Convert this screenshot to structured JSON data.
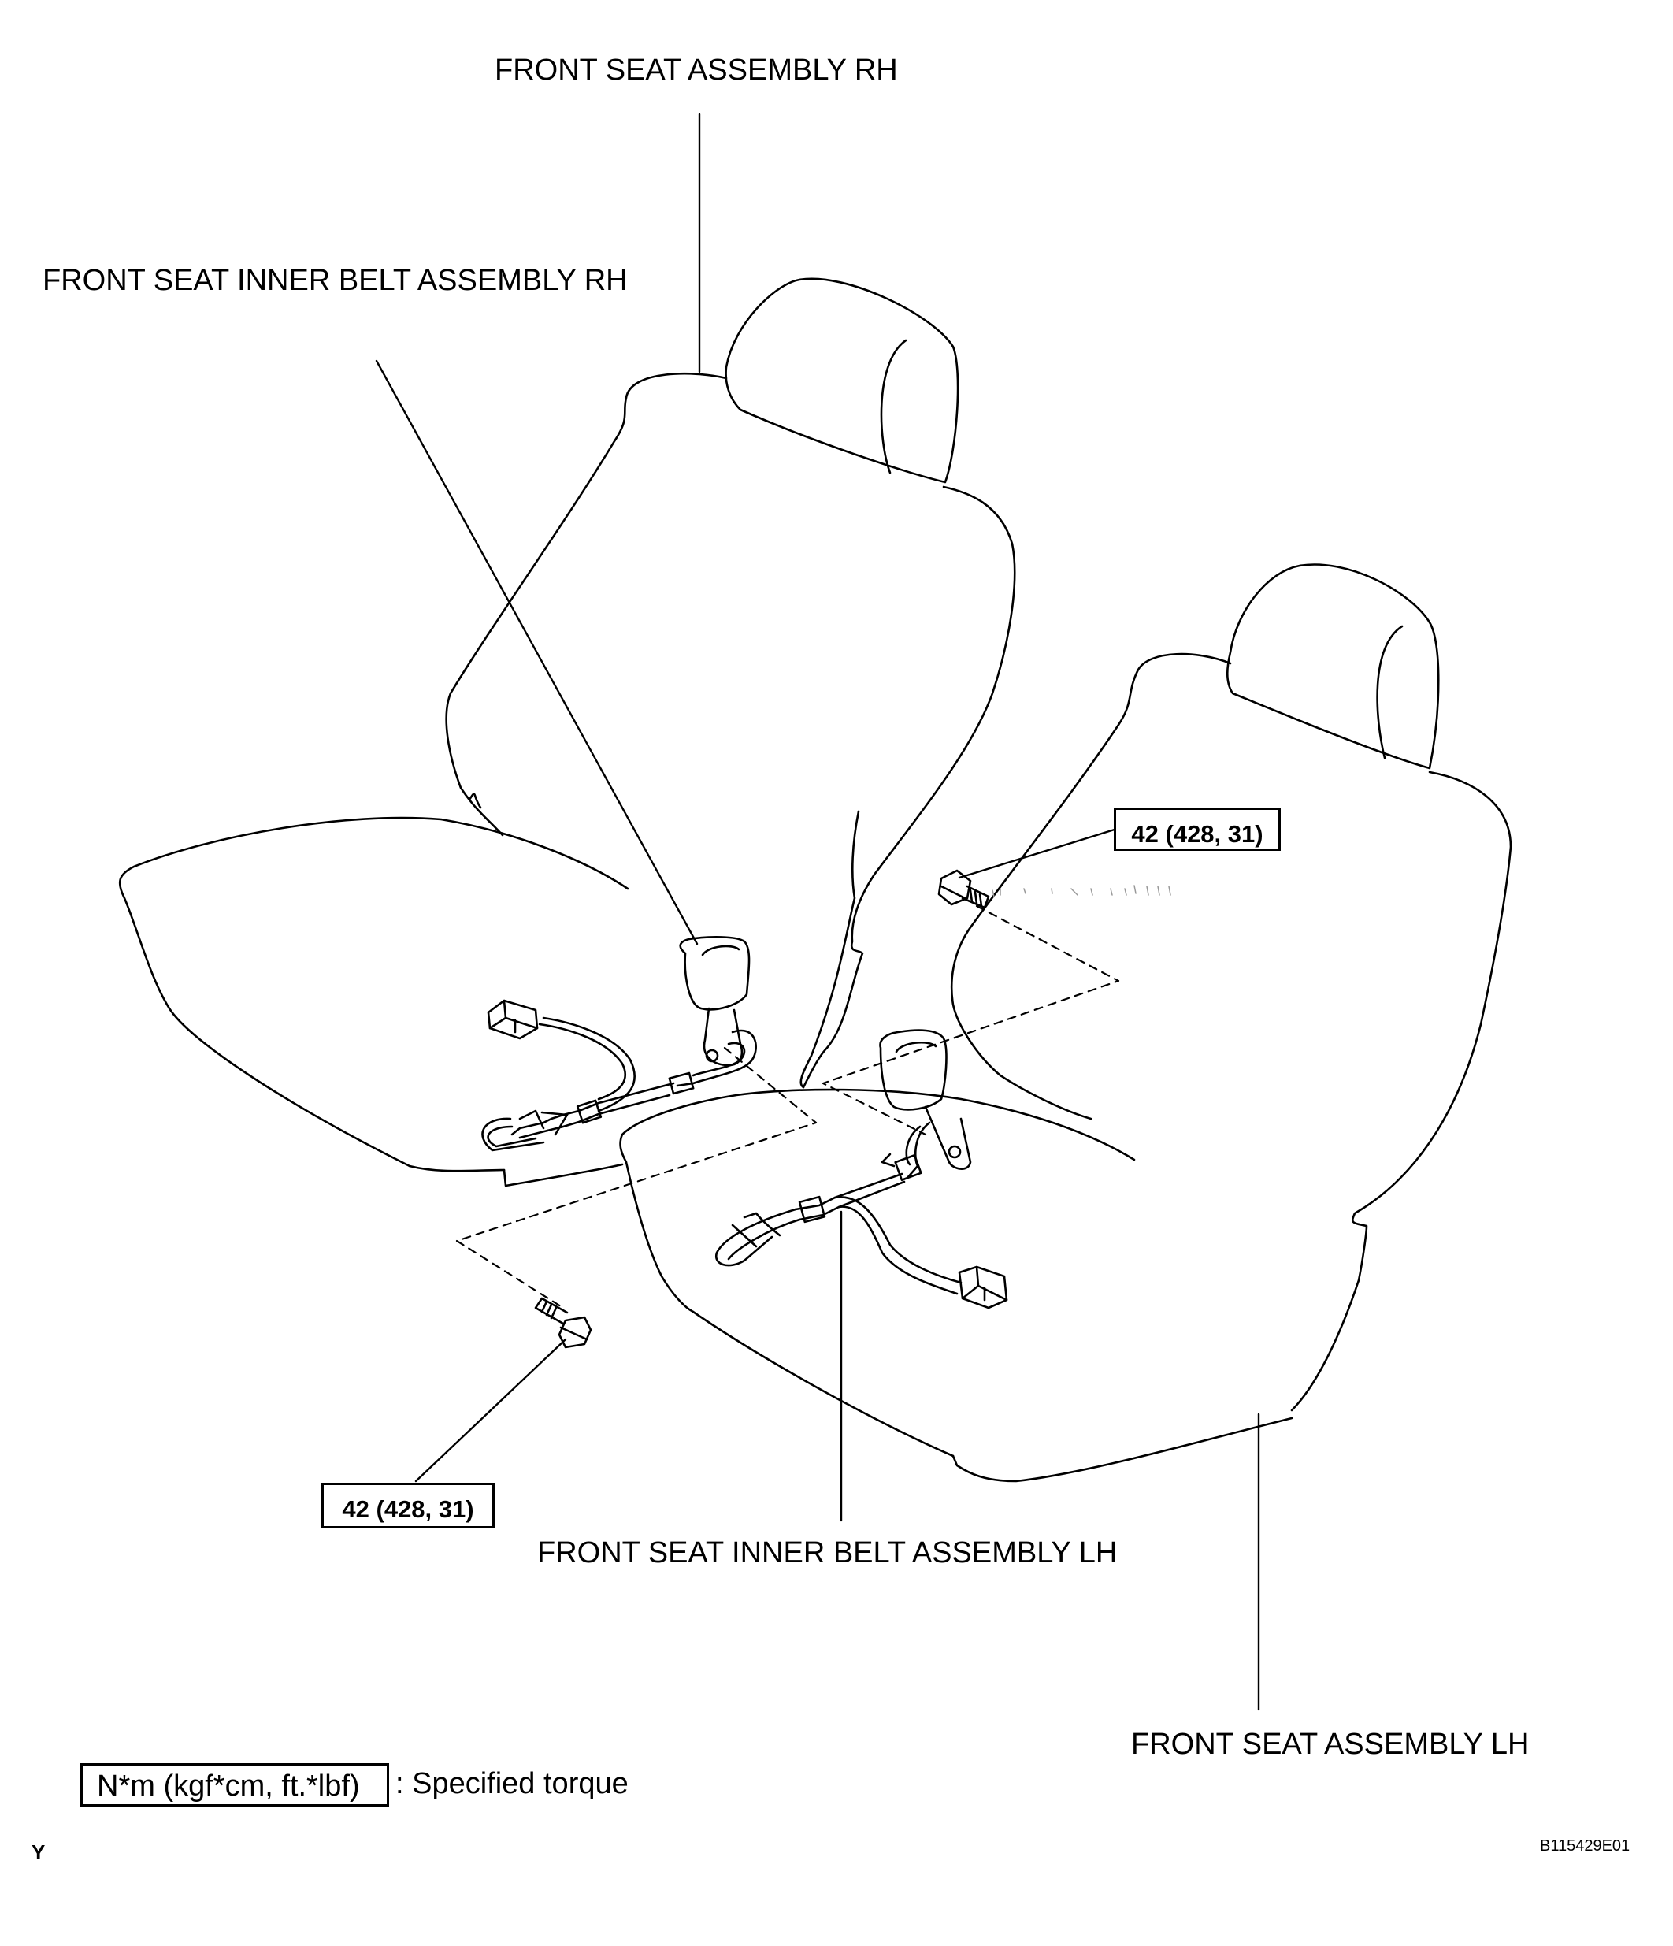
{
  "labels": {
    "seat_rh": "FRONT SEAT ASSEMBLY RH",
    "belt_rh": "FRONT SEAT INNER BELT ASSEMBLY RH",
    "belt_lh": "FRONT SEAT INNER BELT ASSEMBLY LH",
    "seat_lh": "FRONT SEAT ASSEMBLY LH"
  },
  "torque": {
    "upper": "42 (428, 31)",
    "lower": "42 (428, 31)"
  },
  "legend": {
    "box_text": "N*m (kgf*cm, ft.*lbf)",
    "description": ": Specified torque"
  },
  "footer": {
    "figure_id": "B115429E01",
    "corner_mark": "Y"
  }
}
